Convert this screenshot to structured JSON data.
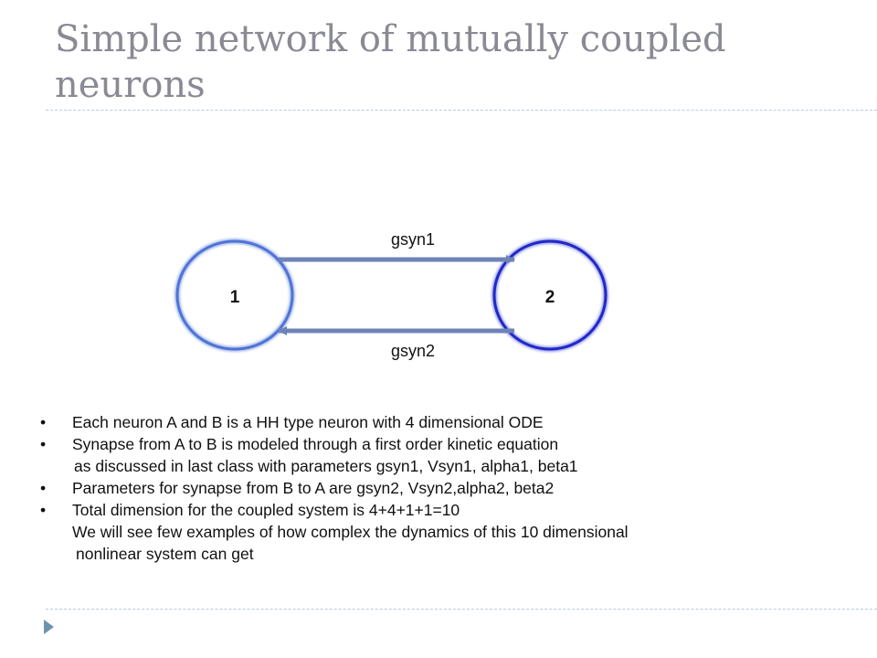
{
  "title": "Simple network of mutually coupled neurons",
  "diagram": {
    "node1_label": "1",
    "node2_label": "2",
    "edge_top_label": "gsyn1",
    "edge_bottom_label": "gsyn2",
    "node1_color": "#4f74d8",
    "node2_color": "#2128c9",
    "arrow_color": "#6e84b8"
  },
  "bullets": [
    {
      "bullet": "•",
      "text": "Each neuron A and B is a HH type neuron with 4 dimensional ODE"
    },
    {
      "bullet": "•",
      "text": "Synapse from A to B is modeled through a first order kinetic equation"
    },
    {
      "bullet": "",
      "text": "as discussed in last class with parameters gsyn1, Vsyn1, alpha1, beta1"
    },
    {
      "bullet": "•",
      "text": "Parameters for synapse from B to A are gsyn2, Vsyn2,alpha2, beta2"
    },
    {
      "bullet": "•",
      "text": "Total dimension for the coupled system is 4+4+1+1=10"
    },
    {
      "bullet": "",
      "text": "We will see few examples of how complex the dynamics of this 10 dimensional"
    },
    {
      "bullet": "",
      "text": "nonlinear system can get"
    }
  ]
}
